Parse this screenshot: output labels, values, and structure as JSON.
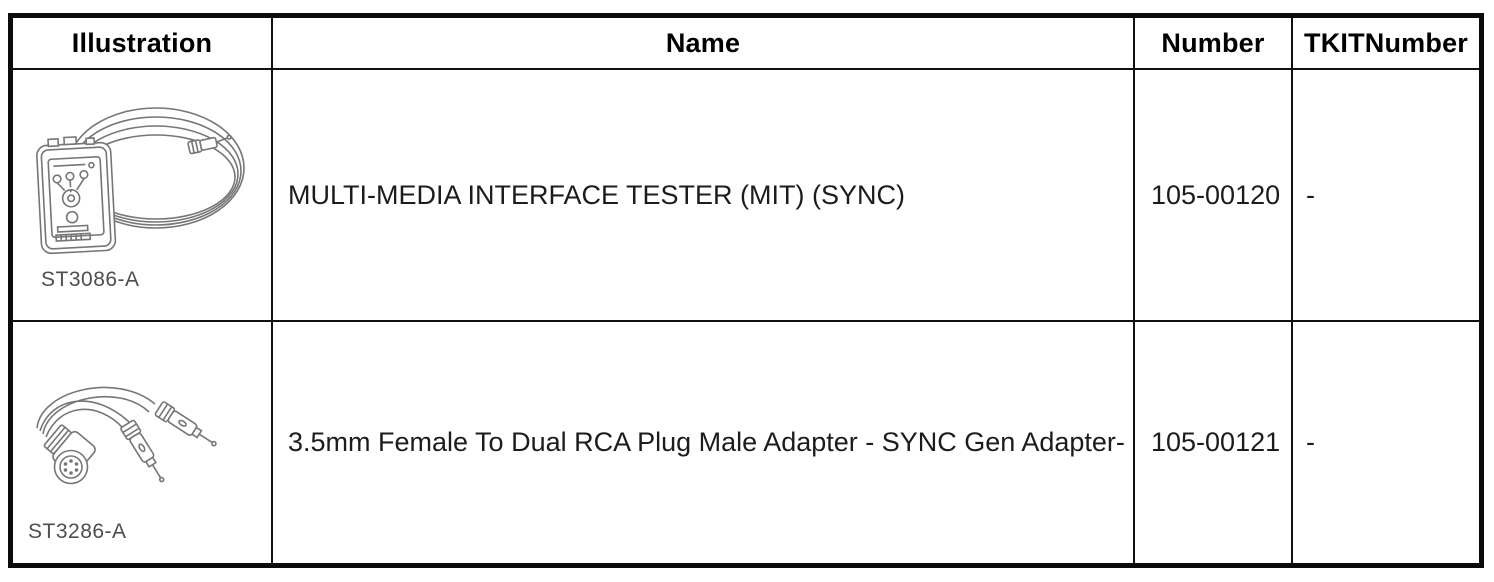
{
  "table": {
    "columns": [
      "Illustration",
      "Name",
      "Number",
      "TKITNumber"
    ],
    "rows": [
      {
        "illustration": {
          "figure_label": "ST3086-A",
          "icon": "mit-tester-line-art"
        },
        "name": "MULTI-MEDIA INTERFACE TESTER (MIT) (SYNC)",
        "number": "105-00120",
        "tkit_number": "-"
      },
      {
        "illustration": {
          "figure_label": "ST3286-A",
          "icon": "rca-y-adapter-line-art"
        },
        "name": "3.5mm Female To Dual RCA Plug Male Adapter - SYNC Gen Adapter-",
        "number": "105-00121",
        "tkit_number": "-"
      }
    ]
  },
  "colors": {
    "table_border": "#000000",
    "body_text": "#1c1c1c",
    "sketch_stroke": "#767676",
    "figure_label_text": "#4e4e4e"
  }
}
